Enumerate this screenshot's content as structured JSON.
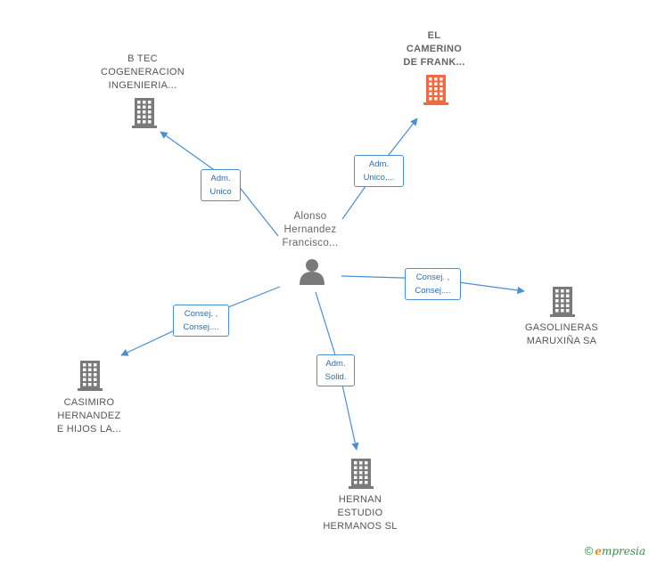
{
  "colors": {
    "edge": "#4a8fd4",
    "building": "#7a7a7a",
    "building_highlight": "#ef6a42",
    "person": "#7a7a7a",
    "brand_green": "#3a8a4a",
    "brand_orange": "#f08a1c"
  },
  "center": {
    "lines": [
      "Alonso",
      "Hernandez",
      "Francisco..."
    ],
    "icon": "person-icon"
  },
  "nodes": [
    {
      "id": "btec",
      "lines": [
        "B TEC",
        "COGENERACION",
        "INGENIERIA..."
      ],
      "icon": "building-icon",
      "highlight": false
    },
    {
      "id": "camerino",
      "lines": [
        "EL",
        "CAMERINO",
        "DE FRANK..."
      ],
      "icon": "building-icon",
      "highlight": true
    },
    {
      "id": "gasolineras",
      "lines": [
        "GASOLINERAS",
        "MARUXIÑA SA"
      ],
      "icon": "building-icon",
      "highlight": false
    },
    {
      "id": "casimiro",
      "lines": [
        "CASIMIRO",
        "HERNANDEZ",
        "E HIJOS LA..."
      ],
      "icon": "building-icon",
      "highlight": false
    },
    {
      "id": "hernan",
      "lines": [
        "HERNAN",
        "ESTUDIO",
        "HERMANOS  SL"
      ],
      "icon": "building-icon",
      "highlight": false
    }
  ],
  "edges": [
    {
      "to": "btec",
      "lines": [
        "Adm.",
        "Unico"
      ]
    },
    {
      "to": "camerino",
      "lines": [
        "Adm.",
        "Unico,..."
      ]
    },
    {
      "to": "gasolineras",
      "lines": [
        "Consej. ,",
        "Consej...."
      ]
    },
    {
      "to": "casimiro",
      "lines": [
        "Consej. ,",
        "Consej...."
      ]
    },
    {
      "to": "hernan",
      "lines": [
        "Adm.",
        "Solid."
      ]
    }
  ],
  "brand": {
    "copyright": "©",
    "first_letter": "e",
    "rest": "mpresia"
  }
}
